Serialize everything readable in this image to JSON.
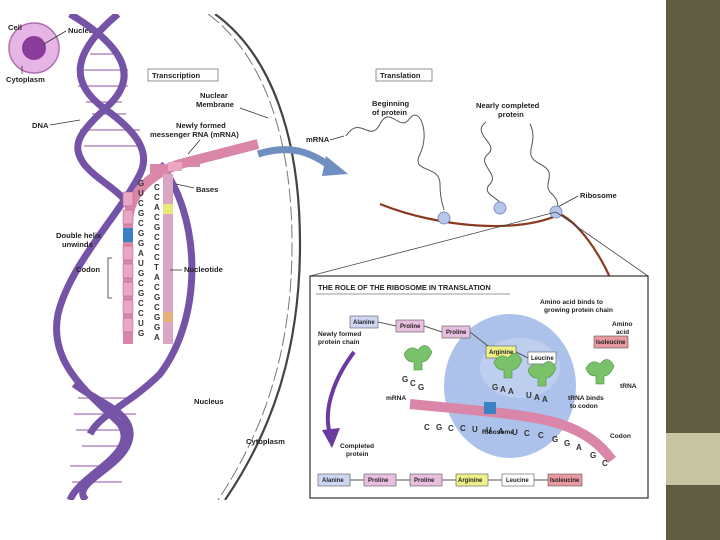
{
  "colors": {
    "band": "#5f5c42",
    "band_accent": "#c6c5a2",
    "dna": "#7554a8",
    "mrna_pink": "#d986a8",
    "ribosome_blue": "#9fb7e6",
    "trna_green": "#79c26a",
    "protein_brown": "#8a3b1f",
    "arrow_purple": "#6a3aa0"
  },
  "icons": {
    "arrow": "arrow-right-icon",
    "curve_arrow": "curved-arrow-down-icon"
  },
  "labels": {
    "cell": "Cell",
    "nucleus_top": "Nucleus",
    "cytoplasm_top": "Cytoplasm",
    "dna": "DNA",
    "transcription": "Transcription",
    "nuclear_membrane_1": "Nuclear",
    "nuclear_membrane_2": "Membrane",
    "newly_formed_1": "Newly formed",
    "newly_formed_2": "messenger RNA (mRNA)",
    "bases": "Bases",
    "double_helix_1": "Double helix",
    "double_helix_2": "unwinds",
    "codon": "Codon",
    "nucleotide": "Nucleotide",
    "nucleus_bottom": "Nucleus",
    "cytoplasm_bottom": "Cytoplasm",
    "translation": "Translation",
    "beginning_1": "Beginning",
    "beginning_2": "of protein",
    "nearly_1": "Nearly completed",
    "nearly_2": "protein",
    "mrna": "mRNA",
    "ribosome": "Ribosome"
  },
  "inset": {
    "title": "THE ROLE OF THE RIBOSOME IN TRANSLATION",
    "amino_binds_1": "Amino acid binds to",
    "amino_binds_2": "growing protein chain",
    "amino_acid_1": "Amino",
    "amino_acid_2": "acid",
    "newly_chain_1": "Newly formed",
    "newly_chain_2": "protein chain",
    "trna": "tRNA",
    "mrna": "mRNA",
    "trna_binds_1": "tRNA binds",
    "trna_binds_2": "to codon",
    "ribosome": "Ribosome",
    "codon": "Codon",
    "completed_1": "Completed",
    "completed_2": "protein",
    "chain_boxes": [
      "Alanine",
      "Proline",
      "Proline"
    ],
    "site_boxes": [
      "Arginine",
      "Leucine"
    ],
    "incoming_box": "Isoleucine",
    "completed_boxes": [
      "Alanine",
      "Proline",
      "Proline",
      "Arginine",
      "Leucine",
      "Isoleucine"
    ],
    "anticodon_1": [
      "G",
      "C",
      "G"
    ],
    "anticodon_2": [
      "G",
      "A",
      "A"
    ],
    "anticodon_3": [
      "U",
      "A",
      "A"
    ],
    "mrna_bases": [
      "C",
      "G",
      "C",
      "C",
      "U",
      "U",
      "A",
      "U",
      "C",
      "C",
      "G",
      "G",
      "A",
      "G",
      "C"
    ]
  },
  "strand": {
    "rna_bases": [
      "G",
      "U",
      "C",
      "G",
      "C",
      "G",
      "G",
      "A",
      "U",
      "G",
      "C",
      "G",
      "C",
      "C",
      "U",
      "G"
    ],
    "dna_bases": [
      "C",
      "C",
      "A",
      "C",
      "G",
      "C",
      "C",
      "C",
      "T",
      "A",
      "C",
      "G",
      "C",
      "G",
      "G",
      "A"
    ]
  }
}
